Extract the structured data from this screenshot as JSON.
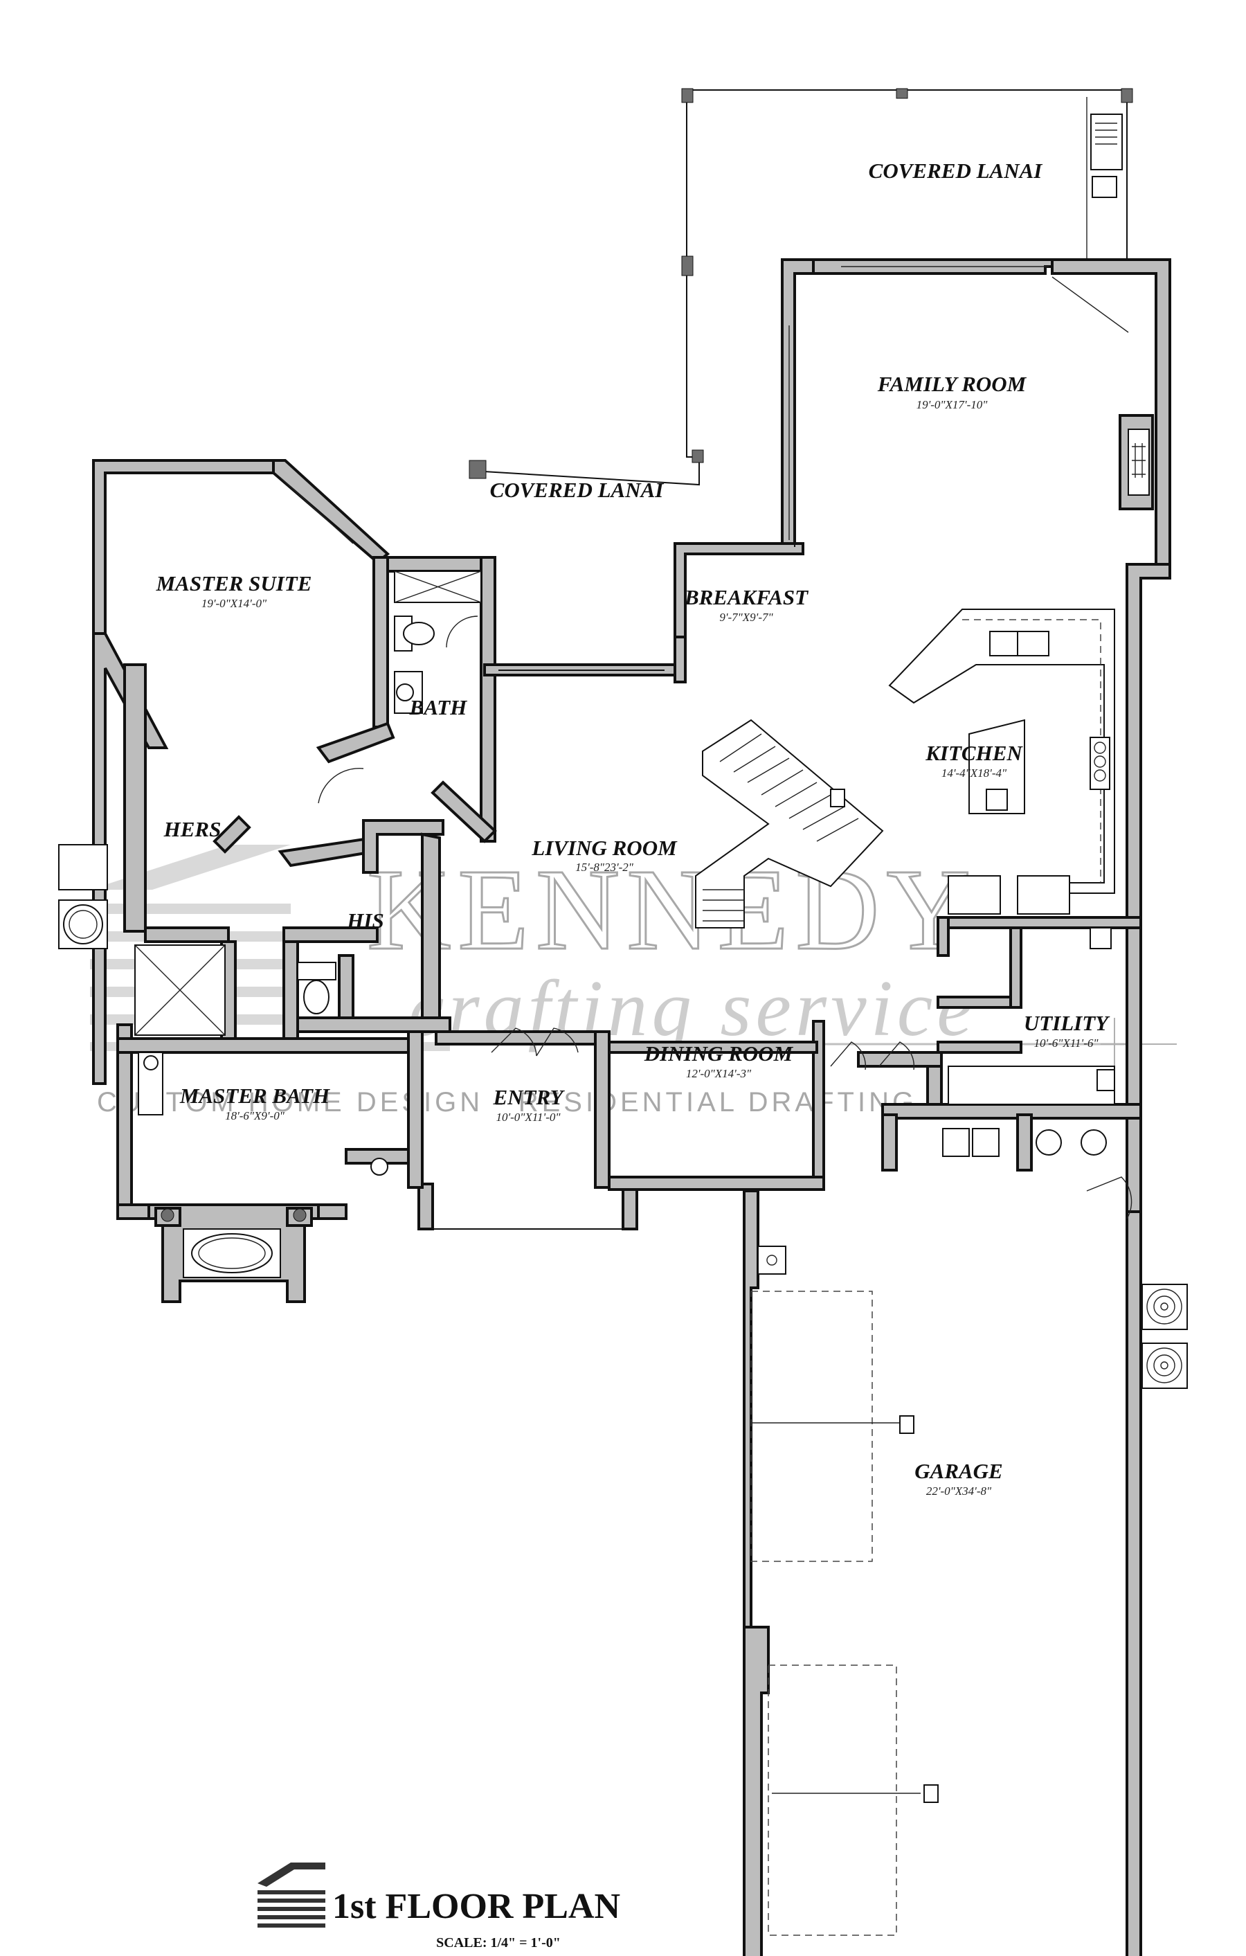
{
  "plan": {
    "title": "1st FLOOR PLAN",
    "scale": "SCALE: 1/4\" = 1'-0\""
  },
  "watermark": {
    "brand": "KENNEDY",
    "script": "crafting service",
    "tagline": "CUSTOM HOME DESIGN - RESIDENTIAL DRAFTING"
  },
  "rooms": [
    {
      "id": "covered-lanai-north",
      "name": "COVERED LANAI",
      "dims": ""
    },
    {
      "id": "family-room",
      "name": "FAMILY ROOM",
      "dims": "19'-0\"X17'-10\""
    },
    {
      "id": "covered-lanai-west",
      "name": "COVERED LANAI",
      "dims": ""
    },
    {
      "id": "master-suite",
      "name": "MASTER SUITE",
      "dims": "19'-0\"X14'-0\""
    },
    {
      "id": "breakfast",
      "name": "BREAKFAST",
      "dims": "9'-7\"X9'-7\""
    },
    {
      "id": "bath",
      "name": "BATH",
      "dims": ""
    },
    {
      "id": "kitchen",
      "name": "KITCHEN",
      "dims": "14'-4\"X18'-4\""
    },
    {
      "id": "hers",
      "name": "HERS",
      "dims": ""
    },
    {
      "id": "living-room",
      "name": "LIVING ROOM",
      "dims": "15'-8\"23'-2\""
    },
    {
      "id": "his",
      "name": "HIS",
      "dims": ""
    },
    {
      "id": "utility",
      "name": "UTILITY",
      "dims": "10'-6\"X11'-6\""
    },
    {
      "id": "dining-room",
      "name": "DINING ROOM",
      "dims": "12'-0\"X14'-3\""
    },
    {
      "id": "master-bath",
      "name": "MASTER BATH",
      "dims": "18'-6\"X9'-0\""
    },
    {
      "id": "entry",
      "name": "ENTRY",
      "dims": "10'-0\"X11'-0\""
    },
    {
      "id": "garage",
      "name": "GARAGE",
      "dims": "22'-0\"X34'-8\""
    }
  ],
  "colors": {
    "wall_fill": "#bdbdbd",
    "line": "#111111",
    "watermark": "#a8a8a8"
  }
}
